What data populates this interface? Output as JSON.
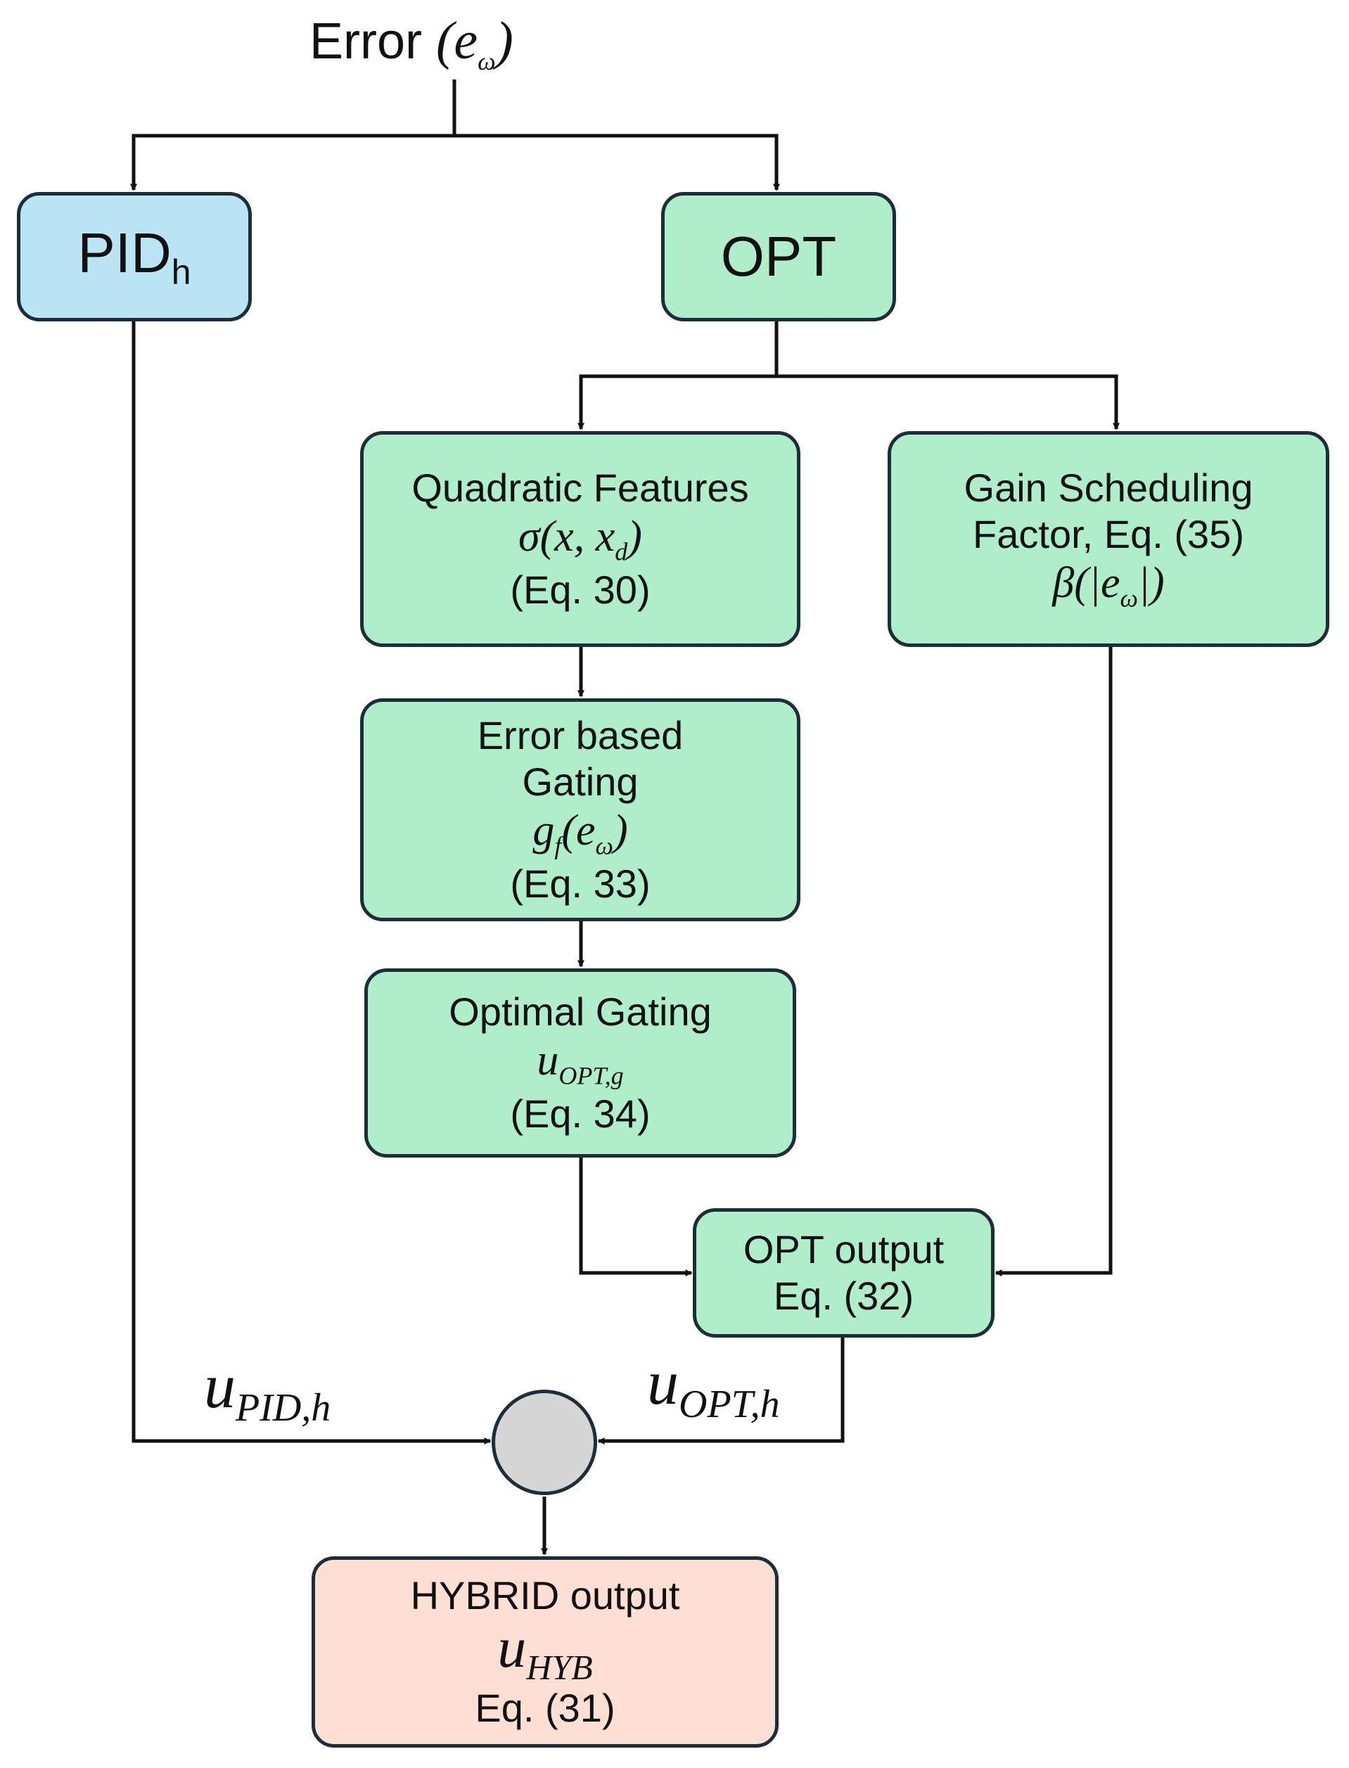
{
  "input": {
    "label": "Error",
    "symbol": "e",
    "symbol_sub": "ω"
  },
  "pid": {
    "label": "PID",
    "sub": "h"
  },
  "opt": {
    "label": "OPT"
  },
  "quadratic": {
    "title": "Quadratic Features",
    "formula": "σ(x, x",
    "formula_sub": "d",
    "formula_end": ")",
    "eq": "(Eq. 30)"
  },
  "gain": {
    "line1": "Gain Scheduling",
    "line2": "Factor, Eq. (35)",
    "formula": "β(|e",
    "formula_sub": "ω",
    "formula_end": "|)"
  },
  "gating": {
    "line1": "Error based",
    "line2": "Gating",
    "formula": "g",
    "formula_sub": "f",
    "formula_mid": "(e",
    "formula_sub2": "ω",
    "formula_end": ")",
    "eq": "(Eq. 33)"
  },
  "optimal": {
    "title": "Optimal Gating",
    "formula": "u",
    "formula_sub": "OPT,g",
    "eq": "(Eq. 34)"
  },
  "opt_output": {
    "line1": "OPT output",
    "line2": "Eq. (32)"
  },
  "signals": {
    "pid_out": "u",
    "pid_out_sub": "PID,h",
    "opt_out": "u",
    "opt_out_sub": "OPT,h"
  },
  "hybrid": {
    "title": "HYBRID output",
    "formula": "u",
    "formula_sub": "HYB",
    "eq": "Eq. (31)"
  },
  "colors": {
    "pid": "#b9e5f4",
    "opt": "#aeefc9",
    "hybrid": "#fde0d3",
    "summer": "#d6d6d6",
    "stroke": "#1b2e3a"
  }
}
